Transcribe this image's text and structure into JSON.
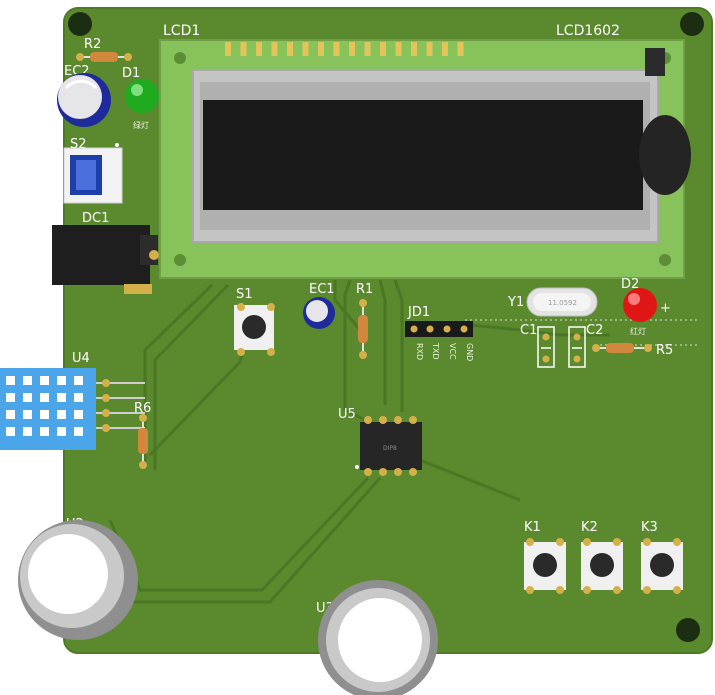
{
  "board": {
    "colors": {
      "pcb": "#5b8a2e",
      "silk": "#ffffff",
      "trace": "#4d7a26",
      "pad": "#d4b04a"
    }
  },
  "lcd": {
    "ref": "LCD1",
    "model": "LCD1602",
    "colors": {
      "module": "#88c25a",
      "bezel": "#bdbdbd",
      "screen": "#1a1a1a"
    }
  },
  "refs": {
    "r2": "R2",
    "ec2": "EC2",
    "d1": "D1",
    "d1_note": "绿灯",
    "s2": "S2",
    "dc1": "DC1",
    "s1": "S1",
    "ec1": "EC1",
    "r1": "R1",
    "jd1": "JD1",
    "y1": "Y1",
    "y1_mark": "11.0592",
    "d2": "D2",
    "d2_plus": "+",
    "d2_note": "红灯",
    "c1": "C1",
    "c2": "C2",
    "r5": "R5",
    "u4": "U4",
    "r6": "R6",
    "u5": "U5",
    "u5_mark": "DIP8",
    "k1": "K1",
    "k2": "K2",
    "k3": "K3",
    "u2": "U2",
    "u3": "U3"
  },
  "header_pins": [
    "RXD",
    "TXD",
    "VCC",
    "GND"
  ]
}
